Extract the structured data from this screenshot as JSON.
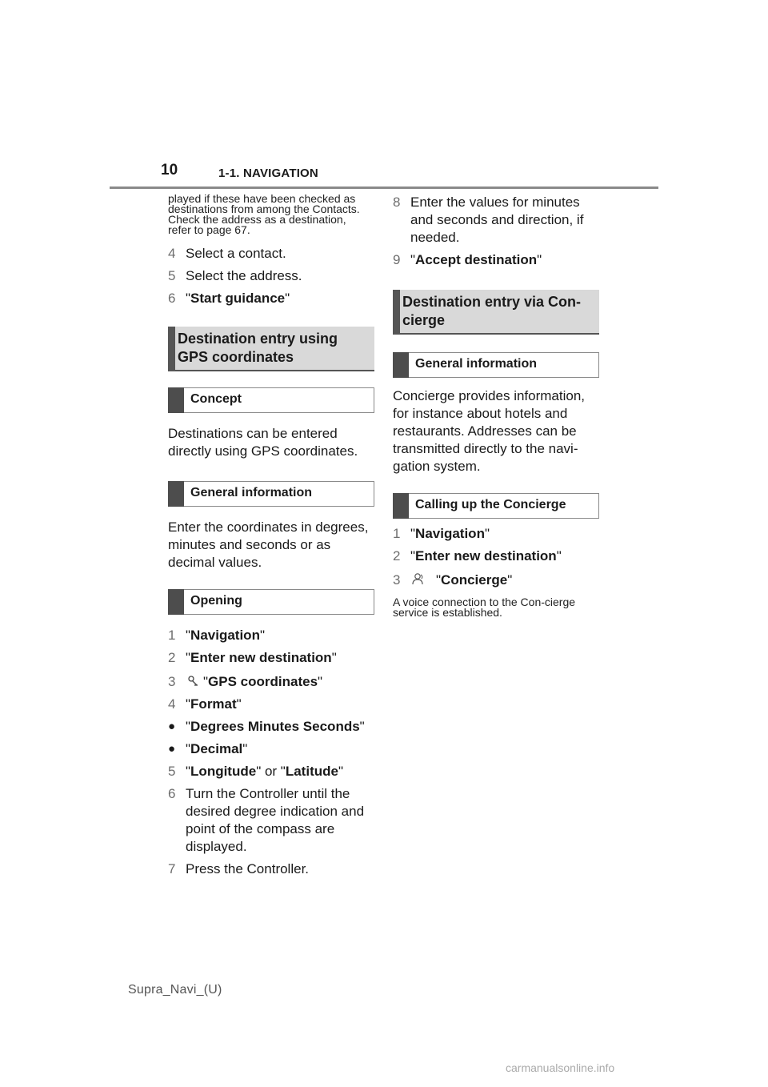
{
  "header": {
    "page_number": "10",
    "chapter": "1-1. NAVIGATION"
  },
  "left": {
    "intro": "played if these have been checked as destinations from among the Contacts. Check the address as a destination, refer to page 67.",
    "steps_a": [
      {
        "num": "4",
        "text": "Select a contact."
      },
      {
        "num": "5",
        "text": "Select the address."
      },
      {
        "num": "6",
        "pre": "\"",
        "bold": "Start guidance",
        "post": "\""
      }
    ],
    "section_gps": "Destination entry using GPS coordinates",
    "sub_concept": "Concept",
    "concept_text": "Destinations can be entered directly using GPS coordinates.",
    "sub_general": "General information",
    "general_text": "Enter the coordinates in degrees, minutes and seconds or as decimal values.",
    "sub_opening": "Opening",
    "steps_b": [
      {
        "num": "1",
        "pre": "\"",
        "bold": "Navigation",
        "post": "\""
      },
      {
        "num": "2",
        "pre": "\"",
        "bold": "Enter new destination",
        "post": "\""
      },
      {
        "num": "3",
        "pre": "\"",
        "bold": "GPS coordinates",
        "post": "\""
      },
      {
        "num": "4",
        "pre": "\"",
        "bold": "Format",
        "post": "\""
      }
    ],
    "bullets": [
      {
        "pre": "\"",
        "bold": "Degrees Minutes Seconds",
        "post": "\""
      },
      {
        "pre": "\"",
        "bold": "Decimal",
        "post": "\""
      }
    ],
    "step5": {
      "num": "5",
      "q1": "\"",
      "bold1": "Longitude",
      "mid": "\" or \"",
      "bold2": "Latitude",
      "q2": "\""
    },
    "step6": {
      "num": "6",
      "text": "Turn the Controller until the desired degree indication and point of the compass are displayed."
    },
    "step7": {
      "num": "7",
      "text": "Press the Controller."
    }
  },
  "right": {
    "step8": {
      "num": "8",
      "text": "Enter the values for minutes and seconds and direction, if needed."
    },
    "step9": {
      "num": "9",
      "pre": "\"",
      "bold": "Accept destination",
      "post": "\""
    },
    "section_concierge": "Destination entry via Con-cierge",
    "sub_general": "General information",
    "general_text": "Concierge provides information, for instance about hotels and restaurants. Addresses can be transmitted directly to the navi-gation system.",
    "sub_calling": "Calling up the Concierge",
    "steps": [
      {
        "num": "1",
        "pre": "\"",
        "bold": "Navigation",
        "post": "\""
      },
      {
        "num": "2",
        "pre": "\"",
        "bold": "Enter new destination",
        "post": "\""
      },
      {
        "num": "3",
        "pre": "\"",
        "bold": "Concierge",
        "post": "\""
      }
    ],
    "note": "A voice connection to the Con-cierge service is established."
  },
  "footer": {
    "doc_id": "Supra_Navi_(U)"
  },
  "watermark": "carmanualsonline.info"
}
